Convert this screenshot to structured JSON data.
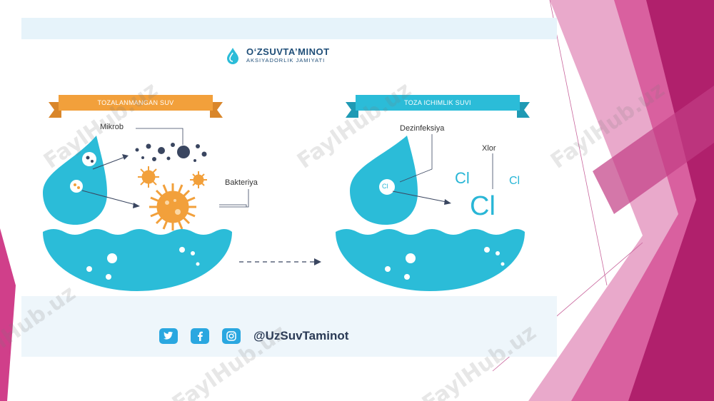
{
  "brand": {
    "title": "O‘ZSUVTA’MINOT",
    "subtitle": "AKSIYADORLIK JAMIYATI"
  },
  "left_panel": {
    "banner": "TOZALANMANGAN SUV",
    "label_mikrob": "Mikrob",
    "label_bakteriya": "Bakteriya"
  },
  "right_panel": {
    "banner": "TOZA ICHIMLIK SUVI",
    "label_dezinfeksiya": "Dezinfeksiya",
    "label_xlor": "Xlor",
    "droplet_symbol": "Cl",
    "symbols": [
      "Cl",
      "Cl",
      "Cl"
    ]
  },
  "footer": {
    "handle": "@UzSuvTaminot",
    "social_icons": [
      "twitter-icon",
      "facebook-icon",
      "instagram-icon"
    ]
  },
  "watermark": "FaylHub.uz",
  "colors": {
    "water_blue": "#2bbcd8",
    "orange": "#f2a03b",
    "magenta": "#b0206c",
    "pink": "#e07ab0",
    "brand_navy": "#1f4e78"
  }
}
